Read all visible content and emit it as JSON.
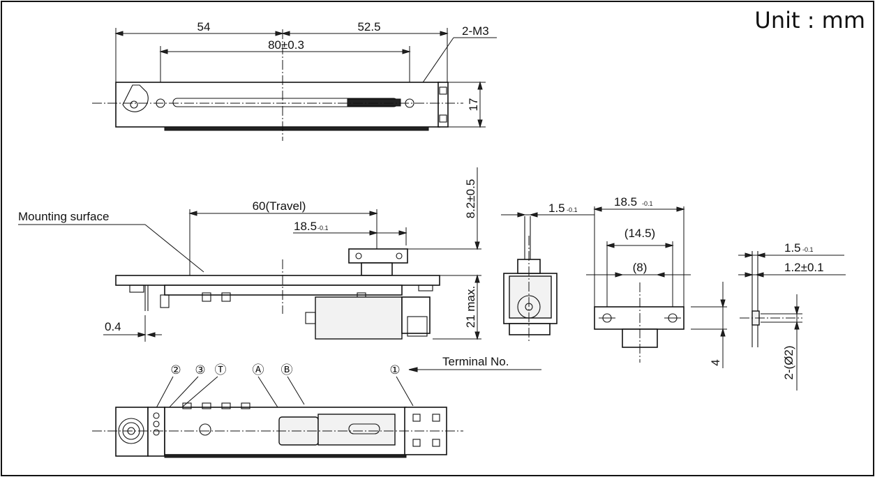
{
  "drawing": {
    "unit_label": "Unit : mm",
    "top_view": {
      "dim_left": "54",
      "dim_right": "52.5",
      "dim_mount_pitch": "80±0.3",
      "dim_screw": "2-M3",
      "dim_height": "17"
    },
    "side_view": {
      "mounting_surface": "Mounting surface",
      "dim_travel": "60(Travel)",
      "dim_knob_shaft": "18.5",
      "dim_knob_shaft_tol": "-0.1",
      "dim_lever_height": "8.2±0.5",
      "dim_body_depth": "21 max.",
      "dim_pin_offset": "0.4"
    },
    "end_view": {
      "dim_lever": "1.5",
      "dim_lever_tol": "-0.1"
    },
    "lever_detail": {
      "dim_width": "18.5",
      "dim_width_tol": "-0.1",
      "dim_hole_pitch": "(14.5)",
      "dim_slot": "(8)",
      "dim_height": "4"
    },
    "lever_section": {
      "dim_thickness": "1.5",
      "dim_thickness_tol": "-0.1",
      "dim_plate": "1.2±0.1",
      "dim_holes": "2-(Ø2)"
    },
    "bottom_view": {
      "terminal_no": "Terminal No.",
      "terminal_2": "②",
      "terminal_3": "③",
      "terminal_T": "Ⓣ",
      "terminal_A": "Ⓐ",
      "terminal_B": "Ⓑ",
      "terminal_1": "①"
    }
  }
}
